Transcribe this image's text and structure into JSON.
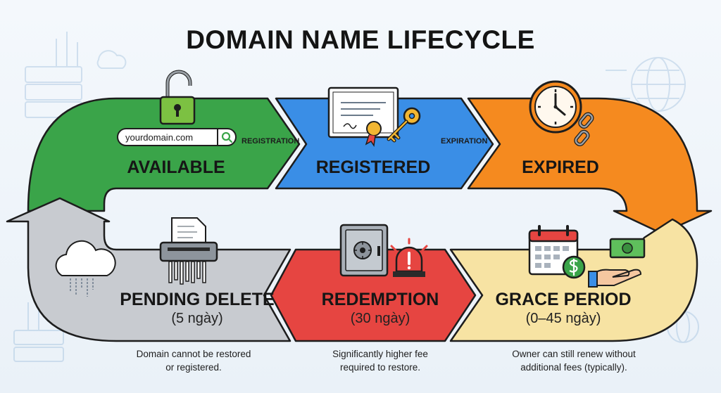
{
  "title": "DOMAIN NAME LIFECYCLE",
  "stages": [
    {
      "id": "available",
      "label": "AVAILABLE",
      "sub": "",
      "color": "#3aa449"
    },
    {
      "id": "registered",
      "label": "REGISTERED",
      "sub": "",
      "color": "#3a8ee6"
    },
    {
      "id": "expired",
      "label": "EXPIRED",
      "sub": "",
      "color": "#f58a1f"
    },
    {
      "id": "grace",
      "label": "GRACE PERIOD",
      "sub": "(0–45 ngày)",
      "color": "#f7e3a3",
      "desc": [
        "Owner can still renew without",
        "additional fees (typically)."
      ]
    },
    {
      "id": "redemption",
      "label": "REDEMPTION",
      "sub": "(30 ngày)",
      "color": "#e64541",
      "desc": [
        "Significantly higher fee",
        "required to restore."
      ]
    },
    {
      "id": "pending",
      "label": "PENDING DELETE",
      "sub": "(5 ngày)",
      "color": "#c8cbd0",
      "desc": [
        "Domain cannot be restored",
        "or registered."
      ]
    }
  ],
  "arrows": {
    "registration": "REGISTRATION",
    "expiration": "EXPIRATION"
  },
  "search": {
    "value": "yourdomain.com"
  },
  "icons": {
    "available": "padlock-open-icon",
    "registered": "certificate-key-icon",
    "expired": "clock-broken-chain-icon",
    "grace": "calendar-money-icon",
    "redemption": "safe-alarm-icon",
    "pending": "shredder-cloud-icon"
  }
}
